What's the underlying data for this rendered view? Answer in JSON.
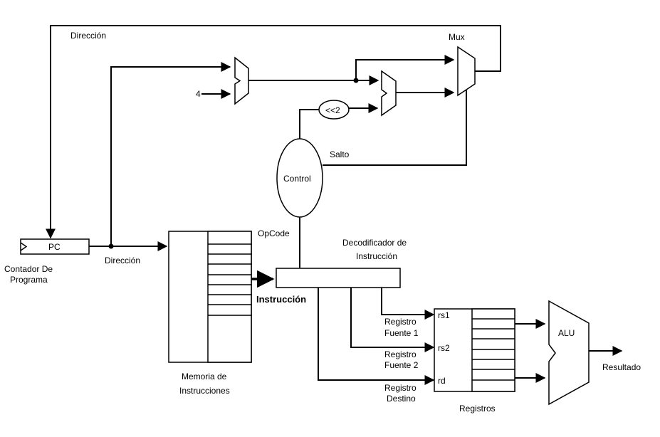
{
  "labels": {
    "pc": "PC",
    "contador_line1": "Contador De",
    "contador_line2": "Programa",
    "direccion_top": "Dirección",
    "direccion_mid": "Dirección",
    "four": "4",
    "shift": "<<2",
    "mux": "Mux",
    "salto": "Salto",
    "control": "Control",
    "opcode": "OpCode",
    "decoder_line1": "Decodificador de",
    "decoder_line2": "Instrucción",
    "instruccion": "Instrucción",
    "memoria_line1": "Memoria de",
    "memoria_line2": "Instrucciones",
    "reg_fuente1_line1": "Registro",
    "reg_fuente1_line2": "Fuente 1",
    "reg_fuente2_line1": "Registro",
    "reg_fuente2_line2": "Fuente 2",
    "reg_destino_line1": "Registro",
    "reg_destino_line2": "Destino",
    "rs1": "rs1",
    "rs2": "rs2",
    "rd": "rd",
    "registros": "Registros",
    "alu": "ALU",
    "resultado": "Resultado"
  }
}
